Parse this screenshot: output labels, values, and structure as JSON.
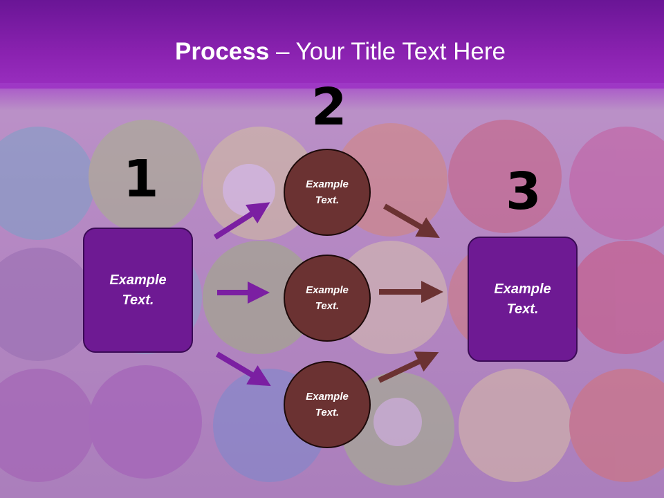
{
  "title": {
    "bold": "Process",
    "rest": " – Your Title Text Here"
  },
  "steps": {
    "one": "1",
    "two": "2",
    "three": "3"
  },
  "left_box": "Example\nText.",
  "right_box": "Example\nText.",
  "circles": [
    "Example\nText.",
    "Example\nText.",
    "Example\nText."
  ],
  "colors": {
    "header": "#7a1aa6",
    "box": "#6e1a93",
    "circle": "#6b3232",
    "arrow_purple": "#7b1fa2",
    "arrow_brown": "#6b3232"
  }
}
